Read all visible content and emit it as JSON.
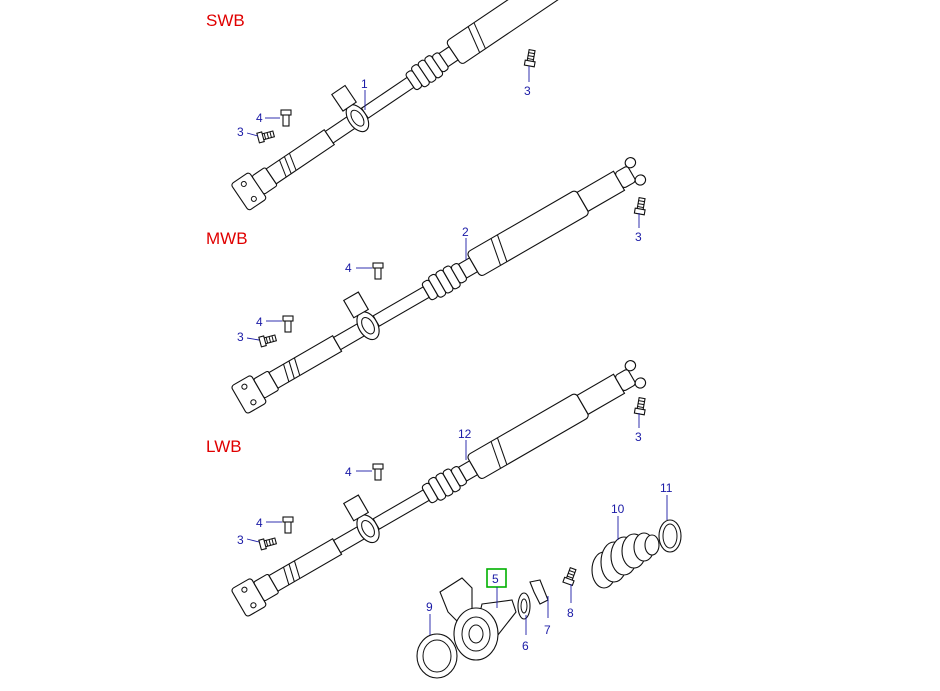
{
  "variants": [
    {
      "id": "swb",
      "label": "SWB"
    },
    {
      "id": "mwb",
      "label": "MWB"
    },
    {
      "id": "lwb",
      "label": "LWB"
    }
  ],
  "callouts": {
    "swb": {
      "shaft": "1",
      "bolt_rear": "3",
      "bolt_front": "3",
      "nut": "4"
    },
    "mwb": {
      "shaft": "2",
      "bolt_rear": "3",
      "bolt_front": "3",
      "nut_upper": "4",
      "nut_lower": "4"
    },
    "lwb": {
      "shaft": "12",
      "bolt_rear": "3",
      "bolt_front": "3",
      "nut_upper": "4",
      "nut_lower": "4"
    },
    "detail": {
      "support_bearing": "5",
      "washer": "6",
      "clip": "7",
      "bolt": "8",
      "seal": "9",
      "gaiter": "10",
      "clamp": "11"
    }
  },
  "highlight": {
    "part": "5",
    "color": "#00b000"
  },
  "colors": {
    "variant_label": "#e00000",
    "callout": "#1a1aa6"
  }
}
